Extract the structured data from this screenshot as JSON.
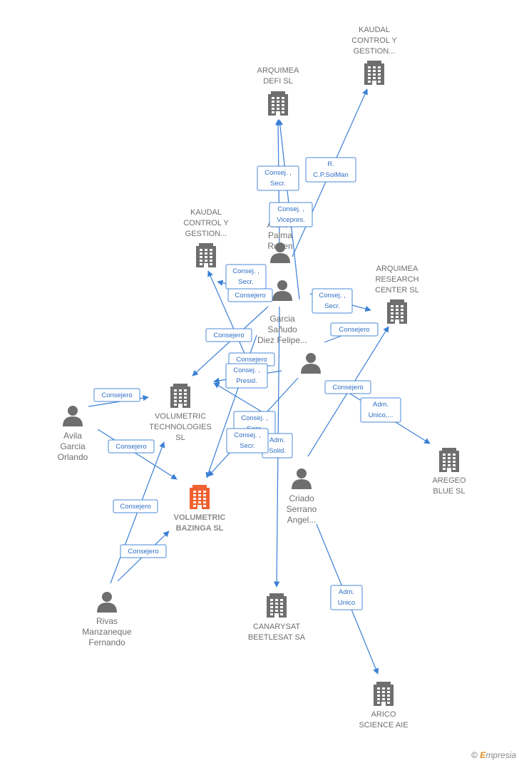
{
  "companies": [
    {
      "id": "kaudal1",
      "lines": [
        "KAUDAL",
        "CONTROL Y",
        "GESTION..."
      ],
      "focus": false
    },
    {
      "id": "arquimea_defi",
      "lines": [
        "ARQUIMEA",
        "DEFI  SL"
      ],
      "focus": false
    },
    {
      "id": "kaudal2",
      "lines": [
        "KAUDAL",
        "CONTROL Y",
        "GESTION..."
      ],
      "focus": false
    },
    {
      "id": "arquimea_rc",
      "lines": [
        "ARQUIMEA",
        "RESEARCH",
        "CENTER  SL"
      ],
      "focus": false
    },
    {
      "id": "volumetric_tech",
      "lines": [
        "VOLUMETRIC",
        "TECHNOLOGIES",
        "SL"
      ],
      "focus": false
    },
    {
      "id": "volumetric_bazinga",
      "lines": [
        "VOLUMETRIC",
        "BAZINGA  SL"
      ],
      "focus": true
    },
    {
      "id": "arego",
      "lines": [
        "AREGEO",
        "BLUE  SL"
      ],
      "focus": false
    },
    {
      "id": "canarysat",
      "lines": [
        "CANARYSAT",
        "BEETLESAT SA"
      ],
      "focus": false
    },
    {
      "id": "arico",
      "lines": [
        "ARICO",
        "SCIENCE AIE"
      ],
      "focus": false
    }
  ],
  "people": [
    {
      "id": "alonso",
      "lines": [
        "Alonso",
        "Palma",
        "Ruben"
      ]
    },
    {
      "id": "garcia",
      "lines": [
        "Garcia",
        "Sañudo",
        "Diez Felipe..."
      ]
    },
    {
      "id": "avila",
      "lines": [
        "Avila",
        "Garcia",
        "Orlando"
      ]
    },
    {
      "id": "criado",
      "lines": [
        "Criado",
        "Serrano",
        "Angel..."
      ]
    },
    {
      "id": "rivas",
      "lines": [
        "Rivas",
        "Manzaneque",
        "Fernando"
      ]
    },
    {
      "id": "anon",
      "lines": []
    }
  ],
  "edges": [
    {
      "id": "e1",
      "lines": [
        "R.",
        "C.P.SolMan"
      ]
    },
    {
      "id": "e2",
      "lines": [
        "Consej. ,",
        "Secr."
      ]
    },
    {
      "id": "e3",
      "lines": [
        "Consej. ,",
        "Vicepres."
      ]
    },
    {
      "id": "e4",
      "lines": [
        "Consej. ,",
        "Secr."
      ]
    },
    {
      "id": "e5",
      "lines": [
        "Consejero"
      ]
    },
    {
      "id": "e6",
      "lines": [
        "Consej. ,",
        "Secr."
      ]
    },
    {
      "id": "e7",
      "lines": [
        "Consejero"
      ]
    },
    {
      "id": "e8",
      "lines": [
        "Consejero"
      ]
    },
    {
      "id": "e9",
      "lines": [
        "Consejero"
      ]
    },
    {
      "id": "e10",
      "lines": [
        "Consej. ,",
        "Presid."
      ]
    },
    {
      "id": "e11",
      "lines": [
        "Consejero"
      ]
    },
    {
      "id": "e12",
      "lines": [
        "Consejero"
      ]
    },
    {
      "id": "e13",
      "lines": [
        "Adm.",
        "Unico,..."
      ]
    },
    {
      "id": "e14",
      "lines": [
        "Consejero"
      ]
    },
    {
      "id": "e15",
      "lines": [
        "Consej. ,",
        "Secr."
      ]
    },
    {
      "id": "e16",
      "lines": [
        "Adm.",
        "Solid."
      ]
    },
    {
      "id": "e17",
      "lines": [
        "Consej. ,",
        "Secr."
      ]
    },
    {
      "id": "e18",
      "lines": [
        "Consejero"
      ]
    },
    {
      "id": "e19",
      "lines": [
        "Consejero"
      ]
    },
    {
      "id": "e20",
      "lines": [
        "Adm.",
        "Unico"
      ]
    }
  ],
  "colors": {
    "accent": "#3a7fd5",
    "building": "#6e6e6e",
    "focus_building": "#f0612e",
    "person": "#6e6e6e"
  },
  "footer": {
    "copyright": "©",
    "brand_first": "E",
    "brand_rest": "mpresia"
  }
}
